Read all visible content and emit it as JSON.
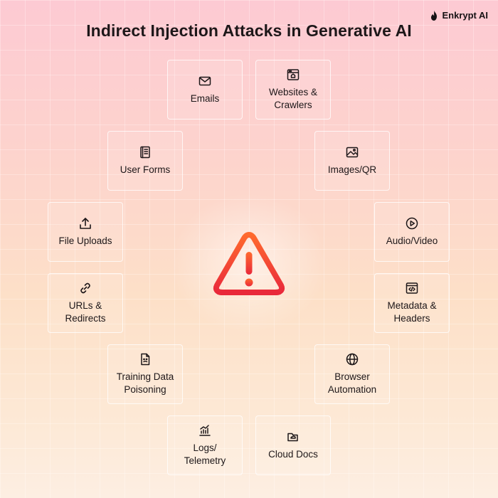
{
  "header": {
    "title": "Indirect Injection Attacks in Generative AI",
    "brand": "Enkrypt AI"
  },
  "colors": {
    "warning_top": "#ff6a2e",
    "warning_bottom": "#e9293b",
    "background_top": "#fdcad3",
    "background_bottom": "#fdeee2"
  },
  "center": {
    "icon": "warning-triangle-icon"
  },
  "nodes": [
    {
      "key": "emails",
      "label": "Emails",
      "icon": "mail-icon"
    },
    {
      "key": "websites",
      "label": "Websites &\nCrawlers",
      "icon": "browser-window-icon"
    },
    {
      "key": "images",
      "label": "Images/QR",
      "icon": "image-icon"
    },
    {
      "key": "audio",
      "label": "Audio/Video",
      "icon": "play-icon"
    },
    {
      "key": "metadata",
      "label": "Metadata &\nHeaders",
      "icon": "code-window-icon"
    },
    {
      "key": "browser",
      "label": "Browser\nAutomation",
      "icon": "globe-icon"
    },
    {
      "key": "cloud",
      "label": "Cloud Docs",
      "icon": "folder-icon"
    },
    {
      "key": "logs",
      "label": "Logs/\nTelemetry",
      "icon": "chart-icon"
    },
    {
      "key": "training",
      "label": "Training Data\nPoisoning",
      "icon": "poisoned-file-icon"
    },
    {
      "key": "urls",
      "label": "URLs &\nRedirects",
      "icon": "link-icon"
    },
    {
      "key": "uploads",
      "label": "File Uploads",
      "icon": "upload-icon"
    },
    {
      "key": "forms",
      "label": "User Forms",
      "icon": "form-icon"
    }
  ]
}
